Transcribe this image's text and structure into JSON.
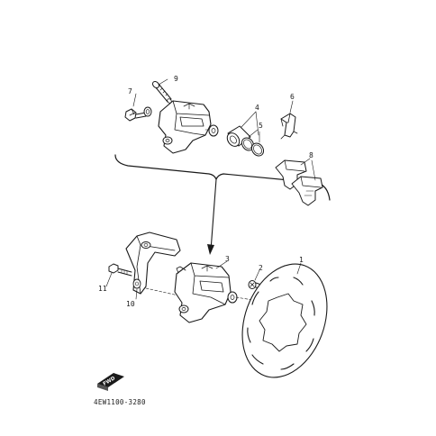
{
  "callouts": {
    "c1": "1",
    "c2": "2",
    "c3": "3",
    "c4": "4",
    "c5": "5",
    "c6": "6",
    "c7": "7",
    "c8": "8",
    "c9": "9",
    "c10": "10",
    "c11": "11"
  },
  "direction_badge": "FWD",
  "part_code": "4EW1100-3280"
}
